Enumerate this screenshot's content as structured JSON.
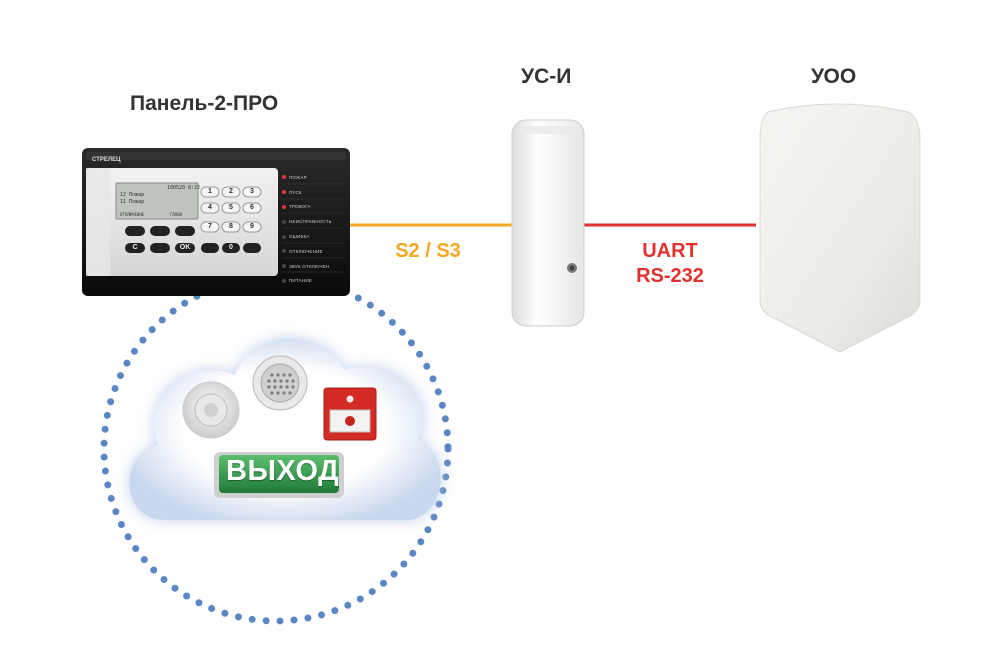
{
  "nodes": {
    "panel": {
      "label": "Панель-2-ПРО",
      "brand": "СТРЕЛЕЦ"
    },
    "interface": {
      "label": "УС-И"
    },
    "uoo": {
      "label": "УОО"
    }
  },
  "connections": {
    "panel_to_interface": {
      "label": "S2 / S3",
      "color": "#f5a623"
    },
    "interface_to_uoo": {
      "label_line1": "UART",
      "label_line2": "RS-232",
      "color": "#e0322e"
    }
  },
  "panel_indicators": [
    {
      "text": "ПОЖАР",
      "color": "red"
    },
    {
      "text": "ПУСК",
      "color": "red"
    },
    {
      "text": "ТРЕВОГА",
      "color": "red"
    },
    {
      "text": "НЕИСПРАВНОСТЬ",
      "color": "off"
    },
    {
      "text": "ОШИБКА",
      "color": "off"
    },
    {
      "text": "ОТКЛЮЧЕНИЕ",
      "color": "off"
    },
    {
      "text": "ЗВУК ОТКЛЮЧЕН",
      "color": "off"
    },
    {
      "text": "ПИТАНИЕ",
      "color": "off"
    }
  ],
  "panel_screen": {
    "line1_right": "100520 8:22",
    "line2": "12 Пожар",
    "line3": "11 Пожар",
    "soft_left": "ОТКЛЮЧЕНИЕ",
    "soft_right": "ГЛАВН"
  },
  "keypad": [
    "1",
    "2",
    "3",
    "4",
    "5",
    "6",
    "7",
    "8",
    "9",
    "0",
    "C",
    "OK"
  ],
  "devices": {
    "exit_sign": "ВЫХОД"
  },
  "colors": {
    "cloud_border": "#5b86c5",
    "label_text": "#333333"
  }
}
